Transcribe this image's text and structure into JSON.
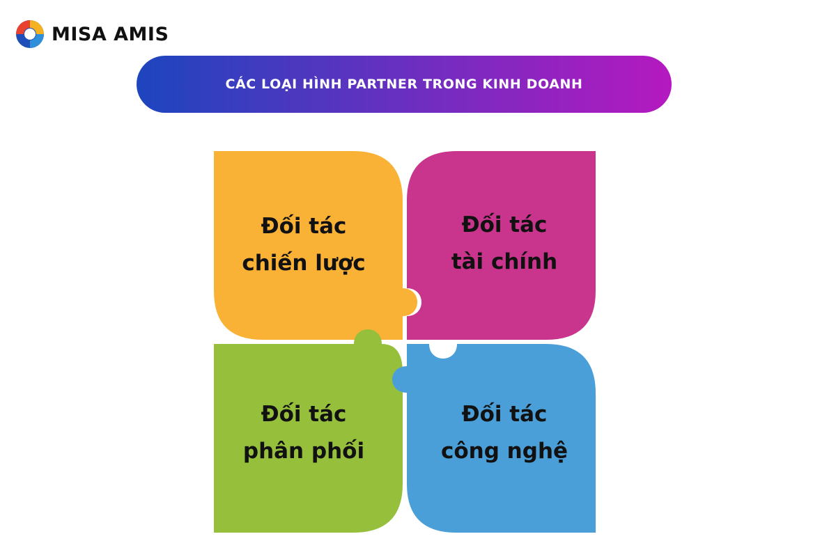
{
  "brand": {
    "name": "MISA AMIS",
    "colors": [
      "#e8432f",
      "#f4b223",
      "#2f8fd8",
      "#1e4fb8"
    ]
  },
  "title": "CÁC LOẠI HÌNH PARTNER TRONG KINH DOANH",
  "pieces": [
    {
      "line1": "Đối tác",
      "line2": "chiến lược",
      "color": "#f9b136"
    },
    {
      "line1": "Đối tác",
      "line2": "tài chính",
      "color": "#c9348c"
    },
    {
      "line1": "Đối tác",
      "line2": "phân phối",
      "color": "#96c03c"
    },
    {
      "line1": "Đối tác",
      "line2": "công nghệ",
      "color": "#4b9fd8"
    }
  ]
}
